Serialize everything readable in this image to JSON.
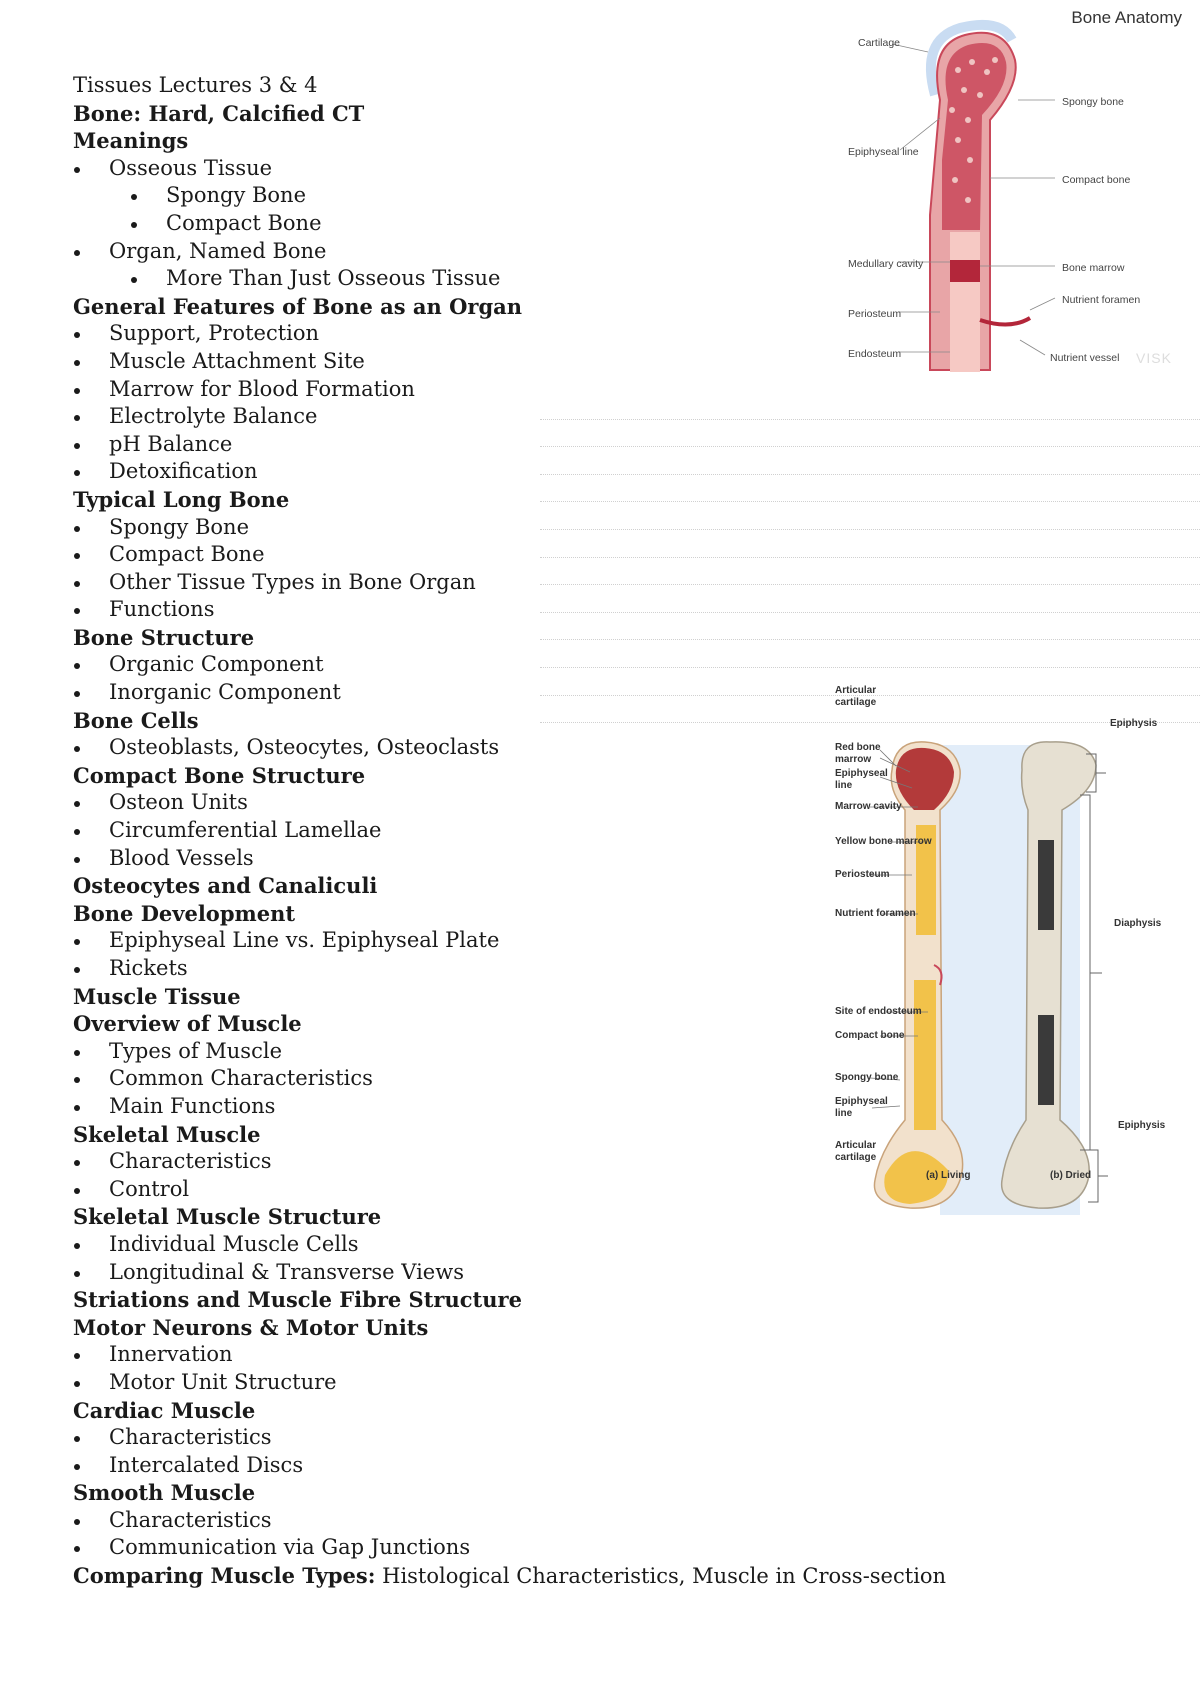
{
  "course_title": "Tissues Lectures 3 & 4",
  "outline": [
    {
      "level": 0,
      "text": "Bone: Hard, Calcified CT"
    },
    {
      "level": 0,
      "text": "Meanings"
    },
    {
      "level": 1,
      "text": "Osseous Tissue"
    },
    {
      "level": 2,
      "text": "Spongy Bone"
    },
    {
      "level": 2,
      "text": "Compact Bone"
    },
    {
      "level": 1,
      "text": "Organ, Named Bone"
    },
    {
      "level": 2,
      "text": "More Than Just Osseous Tissue"
    },
    {
      "level": 0,
      "text": "General Features of Bone as an Organ"
    },
    {
      "level": 1,
      "text": "Support, Protection"
    },
    {
      "level": 1,
      "text": "Muscle Attachment Site"
    },
    {
      "level": 1,
      "text": "Marrow for Blood Formation"
    },
    {
      "level": 1,
      "text": "Electrolyte Balance"
    },
    {
      "level": 1,
      "text": "pH Balance"
    },
    {
      "level": 1,
      "text": "Detoxification"
    },
    {
      "level": 0,
      "text": "Typical Long Bone"
    },
    {
      "level": 1,
      "text": "Spongy Bone"
    },
    {
      "level": 1,
      "text": "Compact Bone"
    },
    {
      "level": 1,
      "text": "Other Tissue Types in Bone Organ"
    },
    {
      "level": 1,
      "text": "Functions"
    },
    {
      "level": 0,
      "text": "Bone Structure"
    },
    {
      "level": 1,
      "text": "Organic Component"
    },
    {
      "level": 1,
      "text": "Inorganic Component"
    },
    {
      "level": 0,
      "text": "Bone Cells"
    },
    {
      "level": 1,
      "text": "Osteoblasts, Osteocytes, Osteoclasts"
    },
    {
      "level": 0,
      "text": "Compact Bone Structure"
    },
    {
      "level": 1,
      "text": "Osteon Units"
    },
    {
      "level": 1,
      "text": "Circumferential Lamellae"
    },
    {
      "level": 1,
      "text": "Blood Vessels"
    },
    {
      "level": 0,
      "text": "Osteocytes and Canaliculi"
    },
    {
      "level": 0,
      "text": "Bone Development"
    },
    {
      "level": 1,
      "text": "Epiphyseal Line vs. Epiphyseal Plate"
    },
    {
      "level": 1,
      "text": "Rickets"
    },
    {
      "level": 0,
      "text": "Muscle Tissue"
    },
    {
      "level": 0,
      "text": "Overview of Muscle"
    },
    {
      "level": 1,
      "text": "Types of Muscle"
    },
    {
      "level": 1,
      "text": "Common Characteristics"
    },
    {
      "level": 1,
      "text": "Main Functions"
    },
    {
      "level": 0,
      "text": "Skeletal Muscle"
    },
    {
      "level": 1,
      "text": "Characteristics"
    },
    {
      "level": 1,
      "text": "Control"
    },
    {
      "level": 0,
      "text": "Skeletal Muscle Structure"
    },
    {
      "level": 1,
      "text": "Individual Muscle Cells"
    },
    {
      "level": 1,
      "text": "Longitudinal & Transverse Views"
    },
    {
      "level": 0,
      "text": "Striations and Muscle Fibre Structure"
    },
    {
      "level": 0,
      "text": "Motor Neurons & Motor Units"
    },
    {
      "level": 1,
      "text": "Innervation"
    },
    {
      "level": 1,
      "text": "Motor Unit Structure"
    },
    {
      "level": 0,
      "text": "Cardiac Muscle"
    },
    {
      "level": 1,
      "text": "Characteristics"
    },
    {
      "level": 1,
      "text": "Intercalated Discs"
    },
    {
      "level": 0,
      "text": "Smooth Muscle"
    },
    {
      "level": 1,
      "text": "Characteristics"
    },
    {
      "level": 1,
      "text": "Communication via Gap Junctions"
    }
  ],
  "final_line": {
    "bold": "Comparing Muscle Types:",
    "plain": " Histological Characteristics, Muscle in Cross-section"
  },
  "figure1": {
    "title": "Bone Anatomy",
    "labels": {
      "cartilage": "Cartilage",
      "spongy_bone": "Spongy bone",
      "epiphyseal_line": "Epiphyseal line",
      "compact_bone": "Compact bone",
      "medullary_cavity": "Medullary cavity",
      "bone_marrow": "Bone marrow",
      "nutrient_foramen": "Nutrient foramen",
      "periosteum": "Periosteum",
      "endosteum": "Endosteum",
      "nutrient_vessel": "Nutrient vessel"
    },
    "watermark": "VISK"
  },
  "figure2": {
    "labels": {
      "articular_cartilage_top": "Articular\ncartilage",
      "red_bone_marrow": "Red bone\nmarrow",
      "epiphyseal_line_top": "Epiphyseal\nline",
      "marrow_cavity": "Marrow cavity",
      "yellow_bone_marrow": "Yellow bone marrow",
      "periosteum": "Periosteum",
      "nutrient_foramen": "Nutrient foramen",
      "site_of_endosteum": "Site of endosteum",
      "compact_bone": "Compact bone",
      "spongy_bone": "Spongy bone",
      "epiphyseal_line_bottom": "Epiphyseal\nline",
      "articular_cartilage_bottom": "Articular\ncartilage",
      "epiphysis_top": "Epiphysis",
      "diaphysis": "Diaphysis",
      "epiphysis_bottom": "Epiphysis",
      "caption_living": "(a) Living",
      "caption_dried": "(b) Dried"
    }
  },
  "colors": {
    "bone_red": "#c9485a",
    "bone_pink": "#f0b9b6",
    "cartilage_blue": "#c9dcf2",
    "marrow_yellow": "#f2c24a",
    "dried_bone": "#e6e0d2",
    "background_blue": "#dbe8f7"
  }
}
